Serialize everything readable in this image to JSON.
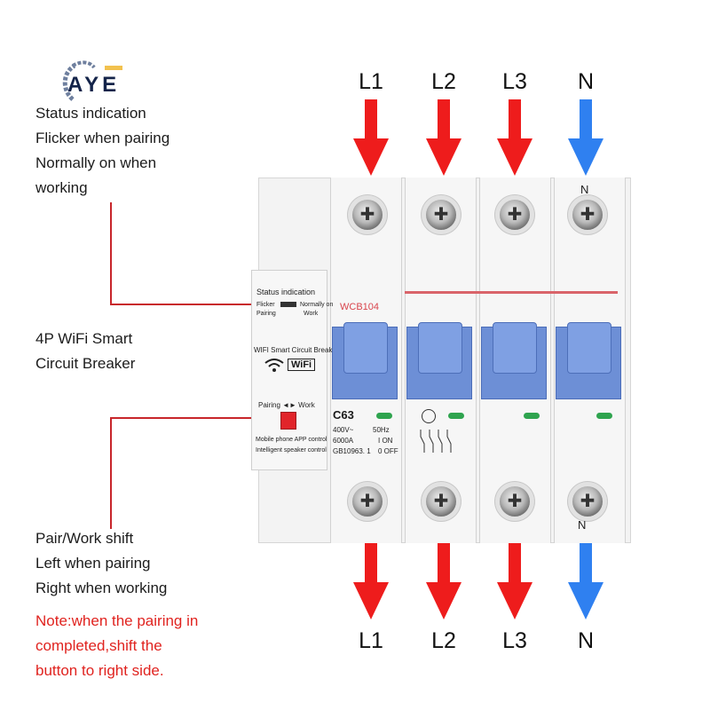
{
  "logo": {
    "text": "AYE",
    "icon": "wreath-logo-icon"
  },
  "annotations": {
    "status_lines": [
      "Status indication",
      "Flicker when pairing",
      "Normally on when",
      "working"
    ],
    "product_lines": [
      "4P WiFi Smart",
      "Circuit Breaker"
    ],
    "shift_lines": [
      "Pair/Work shift",
      "Left when pairing",
      "Right when working"
    ],
    "note_lines": [
      "Note:when the pairing in",
      "completed,shift the",
      "button to right side."
    ]
  },
  "phases_top": [
    "L1",
    "L2",
    "L3",
    "N"
  ],
  "phases_bottom": [
    "L1",
    "L2",
    "L3",
    "N"
  ],
  "terminal_neutral_label": "N",
  "device": {
    "status_panel_title": "Status indication",
    "status_flicker": "Flicker",
    "status_normally_on": "Normally on",
    "status_pairing": "Pairing",
    "status_work": "Work",
    "model": "WCB104",
    "brand_line": "WIFI Smart Circuit Breaker",
    "wifi_badge": "WiFi",
    "pair_work_label": "Pairing ◄► Work",
    "app_line1": "Mobile phone APP control",
    "app_line2": "Intelligent speaker control",
    "rating": "C63",
    "voltage": "400V~",
    "frequency": "50Hz",
    "breaking_capacity": "6000A",
    "standard": "GB10963. 1",
    "on_label": "I ON",
    "off_label": "0 OFF"
  },
  "colors": {
    "phase_arrow": "#ee1c1c",
    "neutral_arrow": "#2f80f0",
    "note_text": "#e0231f",
    "handle": "#6d8fd6"
  }
}
